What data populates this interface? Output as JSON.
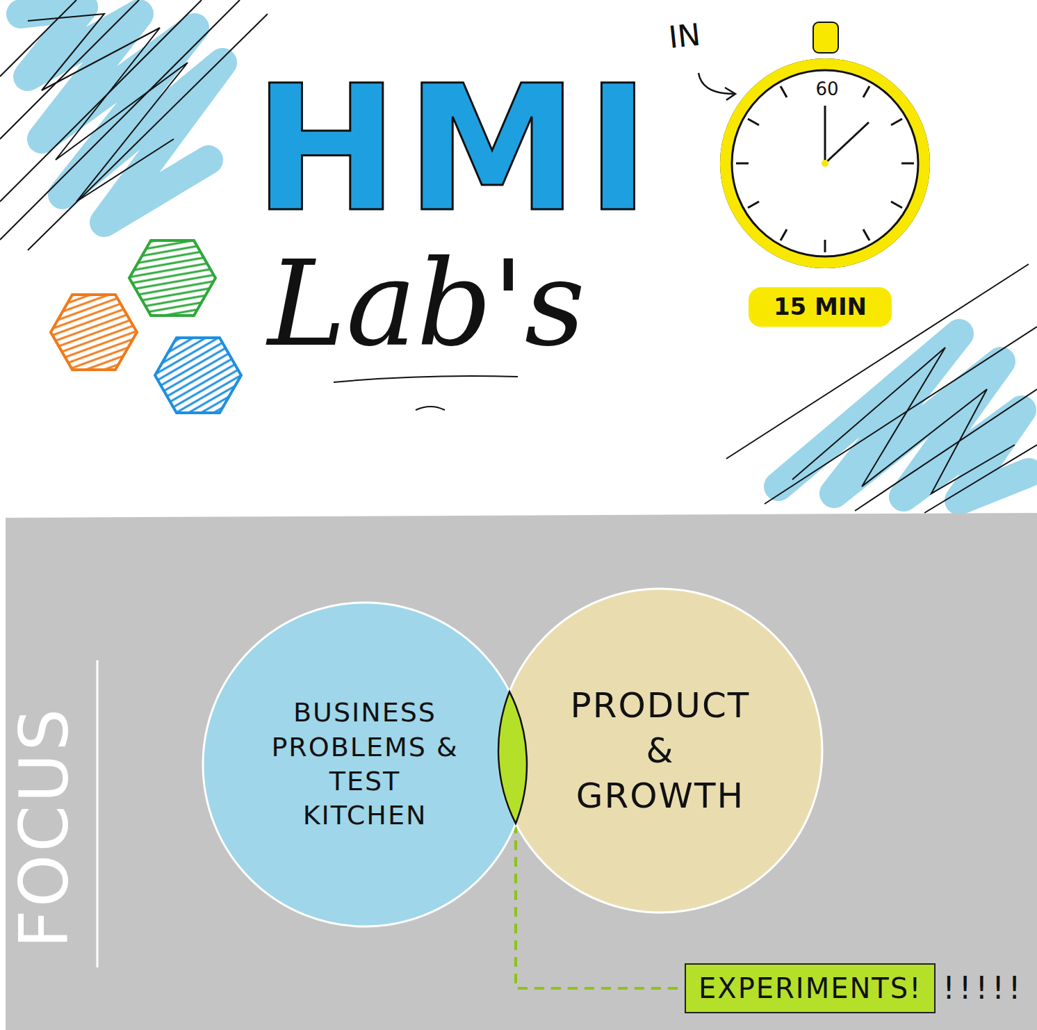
{
  "diagram": {
    "title": "HMI",
    "nodes": [
      {
        "text": [
          "BUSINESS PROBLEMS & TEST KITCHEN"
        ]
      },
      {
        "text": [
          "PRODUCT & GROWTH"
        ]
      },
      {
        "text": [
          "EXPERIMENTS!"
        ]
      }
    ],
    "edges": [
      {
        "from": 0,
        "to": 2,
        "arrow": "none"
      },
      {
        "from": 1,
        "to": 2,
        "arrow": "none"
      }
    ],
    "labels": [
      "Lab's",
      "IN",
      "60",
      "15 MIN",
      "FOCUS",
      "!!!!!"
    ]
  }
}
